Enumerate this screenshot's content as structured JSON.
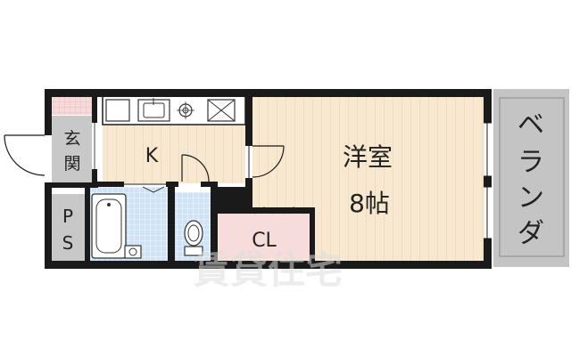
{
  "rooms": {
    "western_room": "洋室",
    "western_room_size": "8帖",
    "kitchen": "K",
    "closet": "CL",
    "entrance_line1": "玄",
    "entrance_line2": "関",
    "pipe_space_line1": "P",
    "pipe_space_line2": "S",
    "balcony_chars": [
      "ベ",
      "ラ",
      "ン",
      "ダ"
    ]
  },
  "watermark": "賃貸住宅",
  "colors": {
    "wall": "#1a1a1a",
    "wood_floor": "#f8e8d0",
    "wood_line": "#e6cfb0",
    "tile_floor": "#cfe3f5",
    "tile_line": "#ffffff",
    "closet": "#f7dcdc",
    "gray": "#c8c8c8",
    "balcony": "#c4c4c4"
  },
  "icons": [
    "sink-icon",
    "stove-icon",
    "vent-icon",
    "bathtub-icon",
    "toilet-icon",
    "washbasin-icon",
    "door-swing-icon"
  ]
}
